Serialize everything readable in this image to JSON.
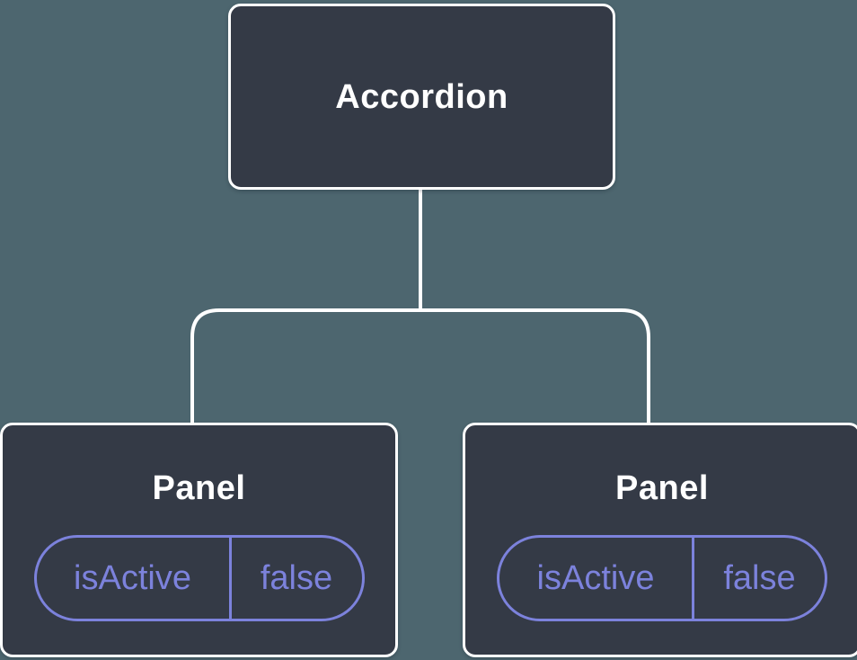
{
  "colors": {
    "background": "#4D666F",
    "node-fill": "#343A46",
    "node-border": "#FFFFFF",
    "node-text": "#FFFFFF",
    "connector": "#FFFFFF",
    "accent": "#7C82DC"
  },
  "tree": {
    "root": {
      "label": "Accordion"
    },
    "children": [
      {
        "label": "Panel",
        "state": {
          "key": "isActive",
          "value": "false"
        }
      },
      {
        "label": "Panel",
        "state": {
          "key": "isActive",
          "value": "false"
        }
      }
    ]
  }
}
